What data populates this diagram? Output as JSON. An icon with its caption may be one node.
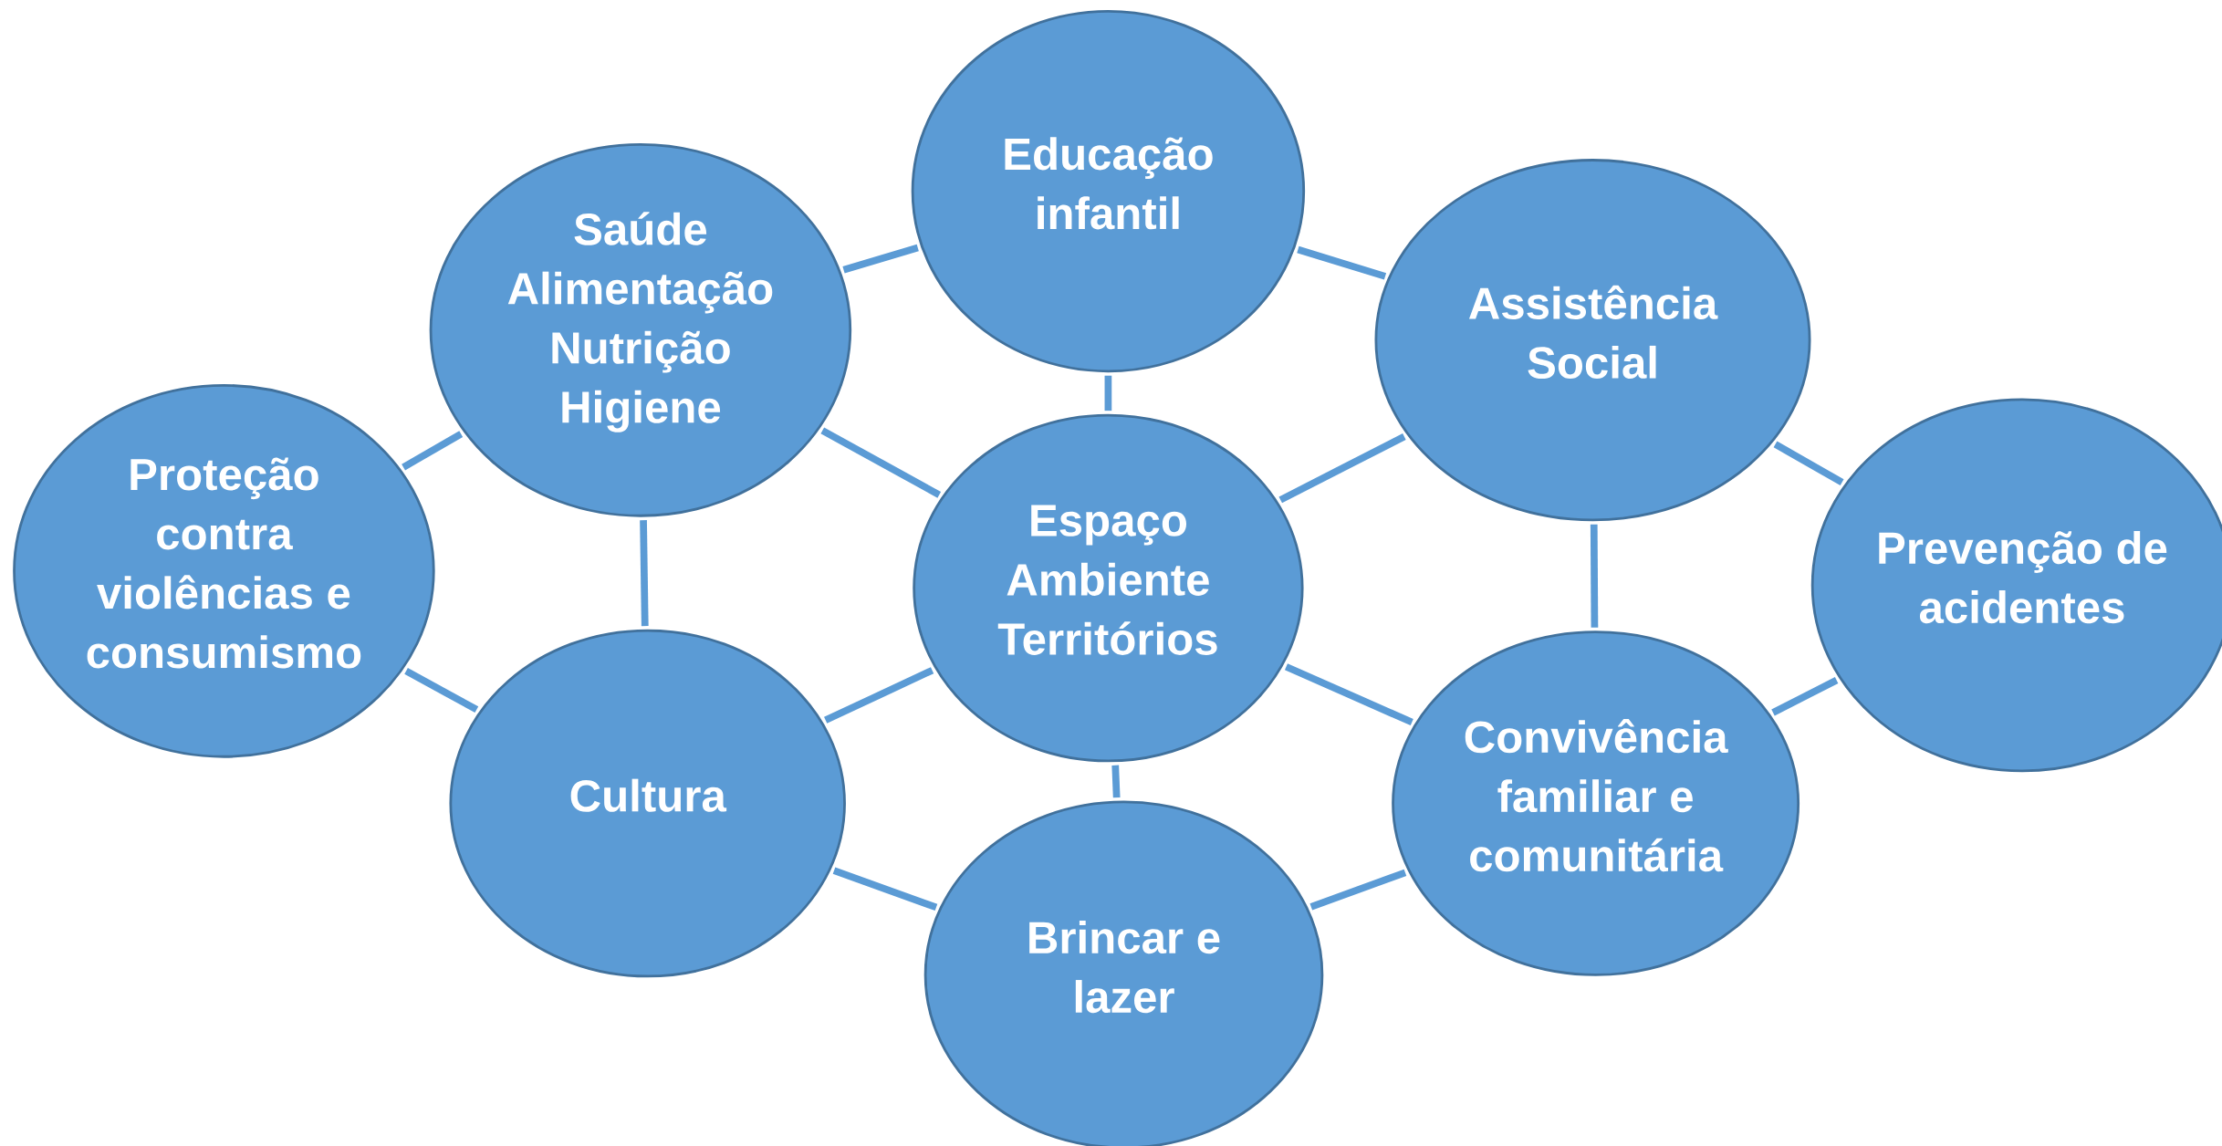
{
  "diagram": {
    "nodes": [
      {
        "text": [
          "Educação infantil"
        ]
      },
      {
        "text": [
          "Saúde",
          "Alimentação",
          "Nutrição",
          "Higiene"
        ]
      },
      {
        "text": [
          "Assistência Social"
        ]
      },
      {
        "text": [
          "Proteção contra violências e consumismo"
        ]
      },
      {
        "text": [
          "Espaço",
          "Ambiente",
          "Territórios"
        ]
      },
      {
        "text": [
          "Prevenção de acidentes"
        ]
      },
      {
        "text": [
          "Cultura"
        ]
      },
      {
        "text": [
          "Convivência familiar e comunitária"
        ]
      },
      {
        "text": [
          "Brincar e lazer"
        ]
      }
    ],
    "edges": [
      {
        "from": 1,
        "to": 0,
        "arrow": "none"
      },
      {
        "from": 0,
        "to": 2,
        "arrow": "none"
      },
      {
        "from": 0,
        "to": 4,
        "arrow": "none"
      },
      {
        "from": 1,
        "to": 4,
        "arrow": "none"
      },
      {
        "from": 3,
        "to": 1,
        "arrow": "none"
      },
      {
        "from": 1,
        "to": 6,
        "arrow": "none"
      },
      {
        "from": 3,
        "to": 6,
        "arrow": "none"
      },
      {
        "from": 4,
        "to": 2,
        "arrow": "none"
      },
      {
        "from": 2,
        "to": 5,
        "arrow": "none"
      },
      {
        "from": 2,
        "to": 7,
        "arrow": "none"
      },
      {
        "from": 6,
        "to": 4,
        "arrow": "none"
      },
      {
        "from": 4,
        "to": 7,
        "arrow": "none"
      },
      {
        "from": 4,
        "to": 8,
        "arrow": "none"
      },
      {
        "from": 6,
        "to": 8,
        "arrow": "none"
      },
      {
        "from": 8,
        "to": 7,
        "arrow": "none"
      },
      {
        "from": 7,
        "to": 5,
        "arrow": "none"
      }
    ]
  }
}
